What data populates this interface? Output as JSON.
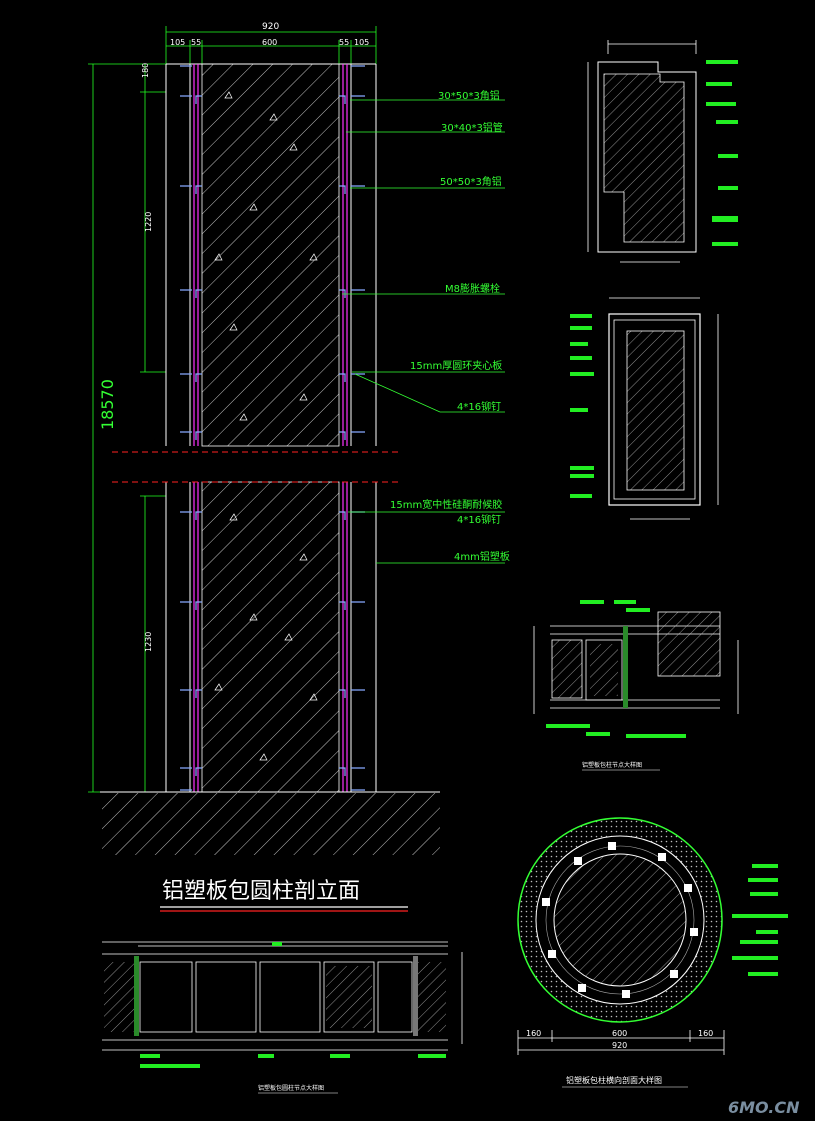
{
  "elevation": {
    "title": "铝塑板包圆柱剖立面",
    "dim_top_total": "920",
    "dim_top_parts": [
      "105",
      "55",
      "600",
      "55",
      "105"
    ],
    "dim_left_parts": [
      "180",
      "1220",
      "1230"
    ],
    "dim_total_height": "18570",
    "callouts": [
      "30*50*3角铝",
      "30*40*3铝管",
      "50*50*3角铝",
      "M8膨胀螺栓",
      "15mm厚圆环夹心板",
      "4*16铆钉",
      "15mm宽中性硅酮耐候胶",
      "4*16铆钉",
      "4mm铝塑板"
    ]
  },
  "round_plan": {
    "dims": [
      "160",
      "600",
      "160"
    ],
    "dim_total": "920",
    "caption": "铝塑板包柱横向剖面大样图"
  },
  "detail_captions": {
    "mid_right": "铝塑板包柱节点大样图",
    "bottom_left": "铝塑板包圆柱节点大样图"
  },
  "watermark": "6MO.CN",
  "colors": {
    "background": "#000000",
    "line_white": "#ffffff",
    "text_green": "#33ff33",
    "dim_green": "#22ff22",
    "frame_magenta": "#ff33ff",
    "callout_yellow": "#ffff66",
    "section_red": "#ff2222"
  }
}
